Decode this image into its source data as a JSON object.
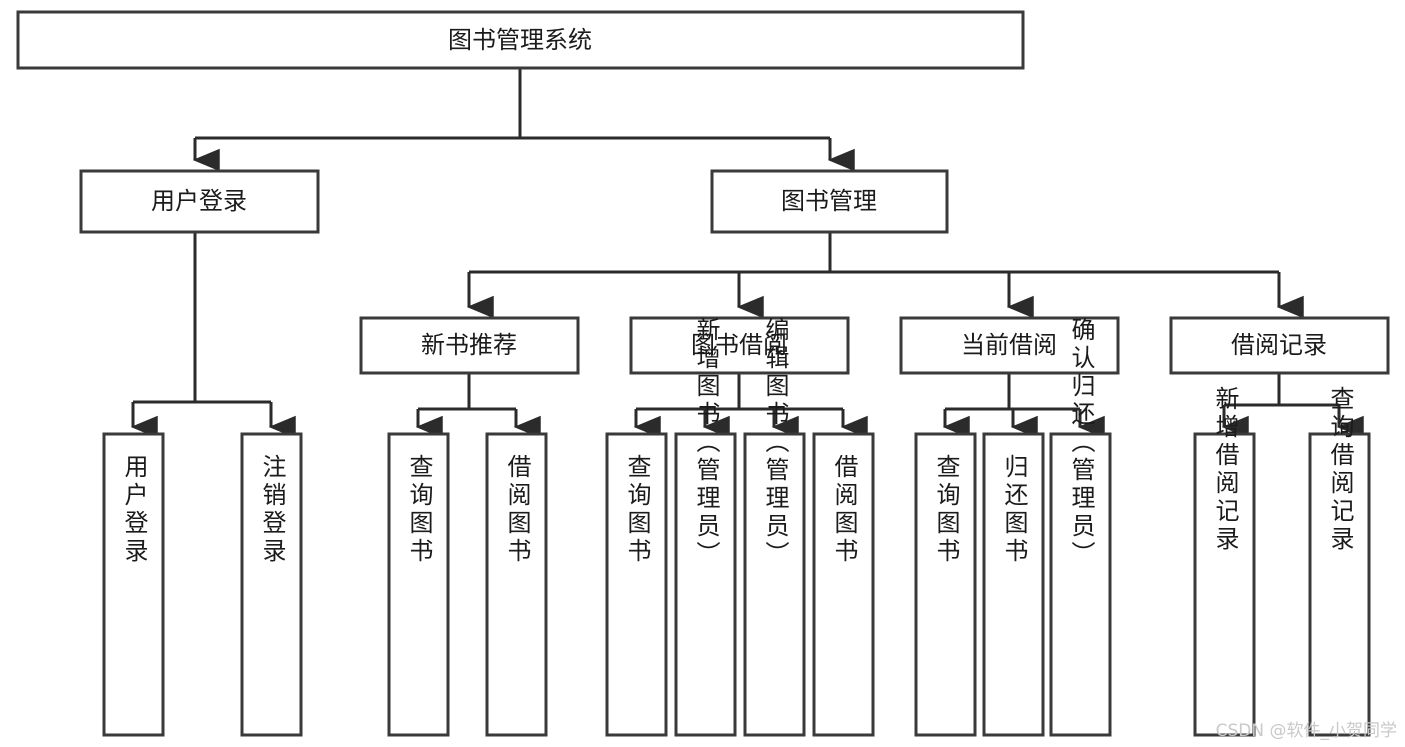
{
  "diagram": {
    "type": "tree-flowchart",
    "title": "图书管理系统",
    "colors": {
      "background": "#ffffff",
      "box_fill": "#ffffff",
      "box_stroke": "#3a3a3a",
      "edge": "#2b2b2b",
      "text": "#1b1b1b",
      "watermark": "#c9c9c9"
    },
    "root": {
      "label": "图书管理系统"
    },
    "level2": [
      {
        "label": "用户登录"
      },
      {
        "label": "图书管理"
      }
    ],
    "level3": [
      {
        "label": "新书推荐"
      },
      {
        "label": "图书借阅"
      },
      {
        "label": "当前借阅"
      },
      {
        "label": "借阅记录"
      }
    ],
    "leaves": {
      "user_login": [
        {
          "label": "用户登录"
        },
        {
          "label": "注销登录"
        }
      ],
      "new_book": [
        {
          "label": "查询图书"
        },
        {
          "label": "借阅图书"
        }
      ],
      "book_borrow": [
        {
          "label": "查询图书"
        },
        {
          "label": "新增图书（管理员）"
        },
        {
          "label": "编辑图书（管理员）"
        },
        {
          "label": "借阅图书"
        }
      ],
      "current_borrow": [
        {
          "label": "查询图书"
        },
        {
          "label": "归还图书"
        },
        {
          "label": "确认归还（管理员）"
        }
      ],
      "borrow_record": [
        {
          "label": "新增借阅记录"
        },
        {
          "label": "查询借阅记录"
        }
      ]
    }
  },
  "watermark": {
    "text": "CSDN @软件_小贺同学"
  }
}
